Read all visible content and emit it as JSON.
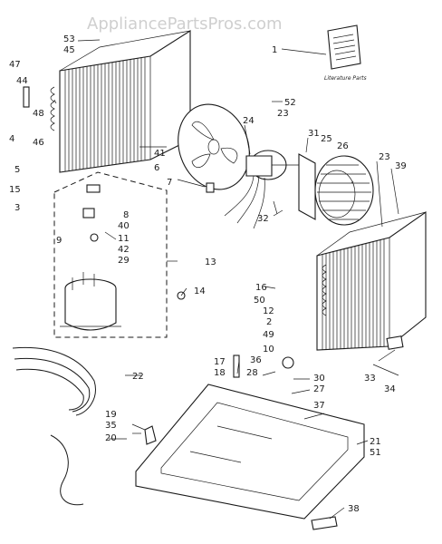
{
  "watermark": "AppliancePartsPros.com",
  "literature_label": "Literature Parts",
  "callouts": {
    "c1": "1",
    "c2": "2",
    "c3": "3",
    "c4": "4",
    "c5": "5",
    "c6": "6",
    "c7": "7",
    "c8": "8",
    "c9": "9",
    "c10": "10",
    "c11": "11",
    "c12": "12",
    "c13": "13",
    "c14": "14",
    "c15": "15",
    "c16": "16",
    "c17": "17",
    "c18": "18",
    "c19": "19",
    "c20": "20",
    "c21": "21",
    "c22": "22",
    "c23a": "23",
    "c23b": "23",
    "c24": "24",
    "c25": "25",
    "c26": "26",
    "c27": "27",
    "c28": "28",
    "c29": "29",
    "c30": "30",
    "c31": "31",
    "c32": "32",
    "c33": "33",
    "c34": "34",
    "c35": "35",
    "c36": "36",
    "c37": "37",
    "c38": "38",
    "c39": "39",
    "c40": "40",
    "c41": "41",
    "c42": "42",
    "c44": "44",
    "c45": "45",
    "c46": "46",
    "c47": "47",
    "c48": "48",
    "c49": "49",
    "c50": "50",
    "c51": "51",
    "c52": "52",
    "c53": "53"
  }
}
